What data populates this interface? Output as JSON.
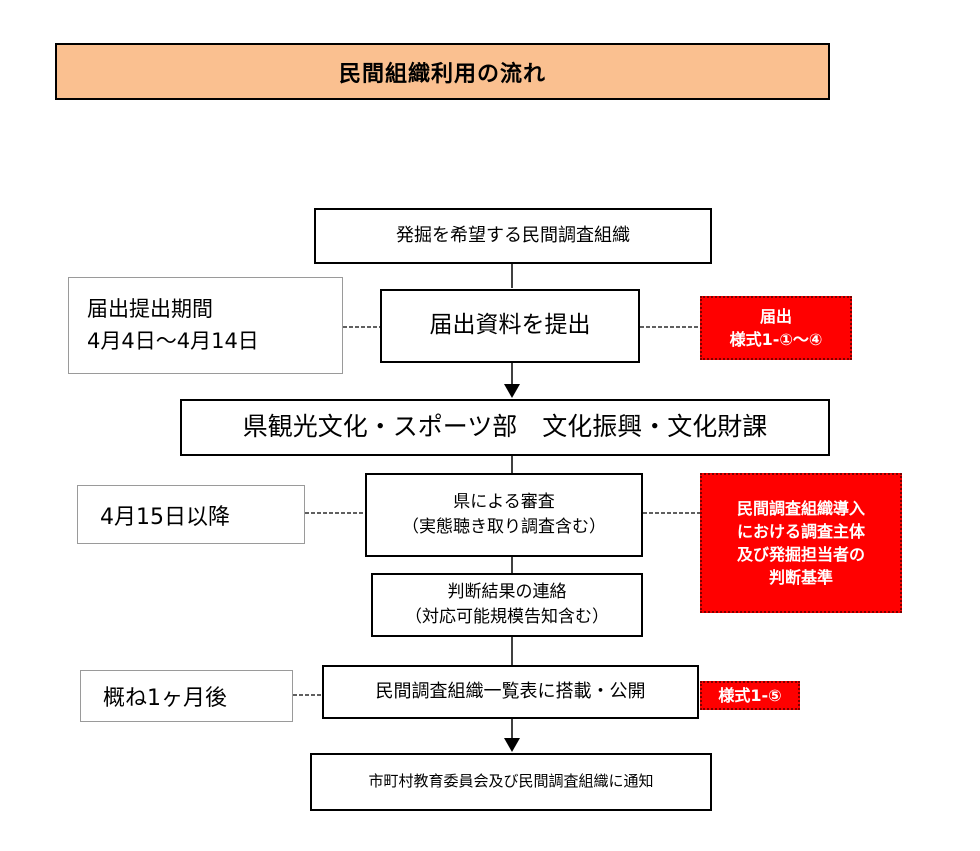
{
  "title": "民間組織利用の流れ",
  "flow": {
    "step1": "発掘を希望する民間調査組織",
    "step2": "届出資料を提出",
    "step3": "県観光文化・スポーツ部　文化振興・文化財課",
    "step4": "県による審査\n（実態聴き取り調査含む）",
    "step5": "判断結果の連絡\n（対応可能規模告知含む）",
    "step6": "民間調査組織一覧表に搭載・公開",
    "step7": "市町村教育委員会及び民間調査組織に通知"
  },
  "left_notes": {
    "submission_period": "届出提出期間\n4月4日～4月14日",
    "after_date": "4月15日以降",
    "approx": "概ね1ヶ月後"
  },
  "right_notes": {
    "form_submit": "届出\n様式1-①～④",
    "criteria": "民間調査組織導入\nにおける調査主体\n及び発掘担当者の\n判断基準",
    "form_5": "様式1-⑤"
  },
  "colors": {
    "title_bg": "#FAC090",
    "red_bg": "#FF0000",
    "gray_border": "#9a9a9a"
  }
}
